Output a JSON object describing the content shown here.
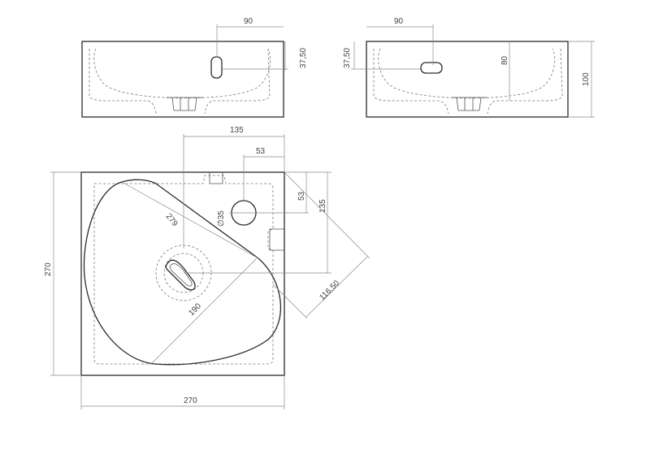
{
  "views": {
    "front": {
      "dim_width": "90",
      "dim_overflow": "37,50"
    },
    "side": {
      "dim_width": "90",
      "dim_overflow": "37,50",
      "dim_drain_height": "80",
      "dim_height": "100"
    },
    "plan": {
      "dim_tap_offset_x": "135",
      "dim_tap_dist": "53",
      "dim_tap_dist_vertical": "53",
      "dim_tap_diameter": "∅35",
      "dim_tap_offset_y": "135",
      "dim_bowl_diagonal": "279",
      "dim_bowl_depth": "190",
      "dim_drain_diagonal": "116,50",
      "dim_width": "270",
      "dim_depth": "270"
    }
  },
  "colors": {
    "outline": "#2a2a2a",
    "hidden_lines": "#777777",
    "dimension_lines": "#8a8a8a"
  }
}
